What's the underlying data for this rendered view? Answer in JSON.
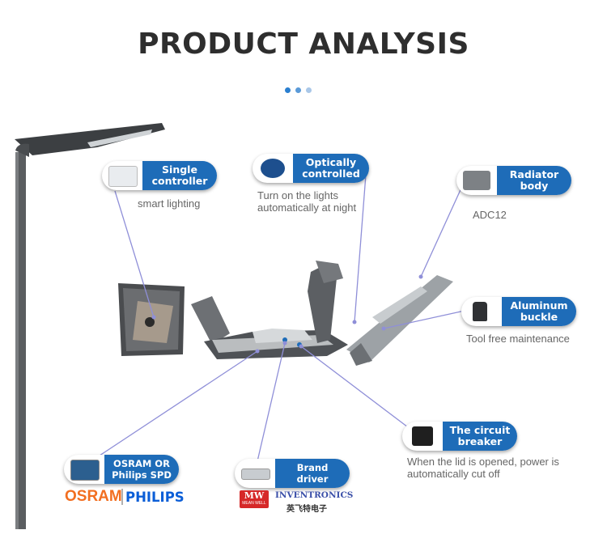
{
  "title": "PRODUCT ANALYSIS",
  "colors": {
    "accent": "#1e6cb8",
    "title": "#2e2e2e",
    "line": "#8f8fd8"
  },
  "callouts": {
    "single_controller": {
      "label": "Single\ncontroller",
      "note": "smart lighting",
      "icon": "controller-board-icon"
    },
    "optically_controlled": {
      "label": "Optically\ncontrolled",
      "note": "Turn on the lights\n automatically at night",
      "icon": "photocell-sensor-icon"
    },
    "radiator_body": {
      "label": "Radiator\nbody",
      "note": "ADC12",
      "icon": "radiator-plate-icon"
    },
    "aluminum_buckle": {
      "label": "Aluminum\nbuckle",
      "note": "Tool free maintenance",
      "icon": "buckle-clip-icon"
    },
    "circuit_breaker": {
      "label": "The circuit\nbreaker",
      "note": "When the lid is opened, power is\nautomatically cut off",
      "icon": "breaker-icon"
    },
    "spd": {
      "label": "OSRAM OR\nPhilips SPD",
      "icon": "spd-module-icon"
    },
    "brand_driver": {
      "label": "Brand\ndriver",
      "icon": "driver-box-icon"
    }
  },
  "brands": {
    "osram": "OSRAM",
    "philips": "PHILIPS",
    "meanwell": "MW",
    "meanwell_sub": "MEAN WELL",
    "inventronics": "INVENTRONICS",
    "inventronics_cn": "英飞特电子"
  }
}
